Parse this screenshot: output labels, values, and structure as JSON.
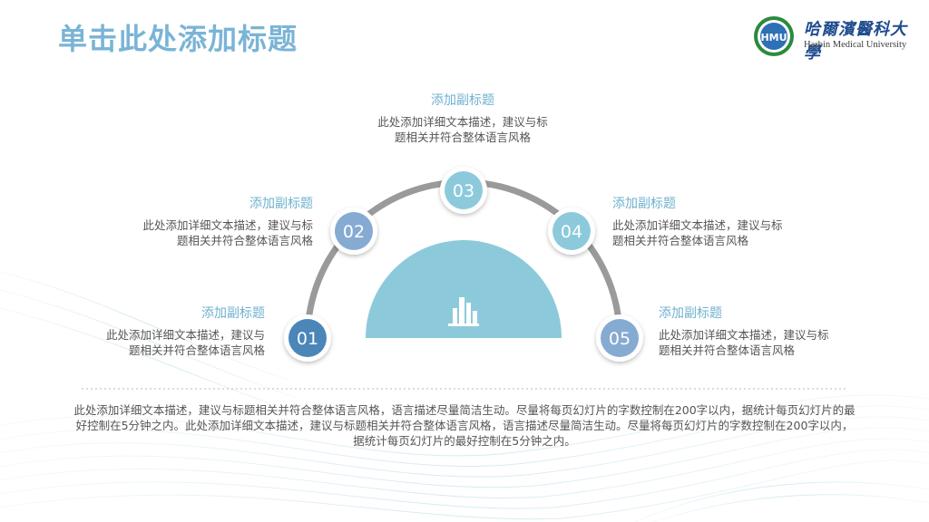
{
  "title": "单击此处添加标题",
  "logo": {
    "badge_text": "HMU",
    "name_cn": "哈爾濱醫科大學",
    "name_en": "Harbin Medical University"
  },
  "center_icon": "bar-chart-icon",
  "items": [
    {
      "number": "01",
      "subtitle": "添加副标题",
      "desc_line1": "此处添加详细文本描述，建议与",
      "desc_line2": "题相关并符合整体语言风格",
      "color": "#4a86b8"
    },
    {
      "number": "02",
      "subtitle": "添加副标题",
      "desc_line1": "此处添加详细文本描述，建议与标",
      "desc_line2": "题相关并符合整体语言风格",
      "color": "#86abd3"
    },
    {
      "number": "03",
      "subtitle": "添加副标题",
      "desc_line1": "此处添加详细文本描述，建议与标",
      "desc_line2": "题相关并符合整体语言风格",
      "color": "#8ccadb"
    },
    {
      "number": "04",
      "subtitle": "添加副标题",
      "desc_line1": "此处添加详细文本描述，建议与标",
      "desc_line2": "题相关并符合整体语言风格",
      "color": "#8ccadb"
    },
    {
      "number": "05",
      "subtitle": "添加副标题",
      "desc_line1": "此处添加详细文本描述，建议与标",
      "desc_line2": "题相关并符合整体语言风格",
      "color": "#86abd3"
    }
  ],
  "summary": "此处添加详细文本描述，建议与标题相关并符合整体语言风格，语言描述尽量简洁生动。尽量将每页幻灯片的字数控制在200字以内，据统计每页幻灯片的最好控制在5分钟之内。此处添加详细文本描述，建议与标题相关并符合整体语言风格，语言描述尽量简洁生动。尽量将每页幻灯片的字数控制在200字以内，据统计每页幻灯片的最好控制在5分钟之内。",
  "colors": {
    "title": "#7ab4d6",
    "subtitle": "#6fb1cf",
    "body_text": "#555555",
    "arc": "#9a9a9a",
    "center_dome": "#8ccadb"
  }
}
